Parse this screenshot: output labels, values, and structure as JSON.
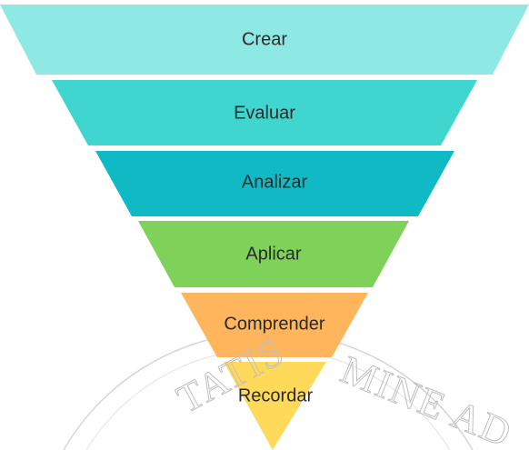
{
  "pyramid": {
    "levels": [
      {
        "label": "Crear",
        "color": "#8ee8e4"
      },
      {
        "label": "Evaluar",
        "color": "#3fd6d0"
      },
      {
        "label": "Analizar",
        "color": "#0fbac4"
      },
      {
        "label": "Aplicar",
        "color": "#7ed159"
      },
      {
        "label": "Comprender",
        "color": "#ffb55c"
      },
      {
        "label": "Recordar",
        "color": "#ffd95a"
      }
    ],
    "label_color": "#2a2a2a"
  },
  "watermark": {
    "left_text": "TATIS",
    "right_text": "MINE AD",
    "color": "#bfbfbf"
  }
}
